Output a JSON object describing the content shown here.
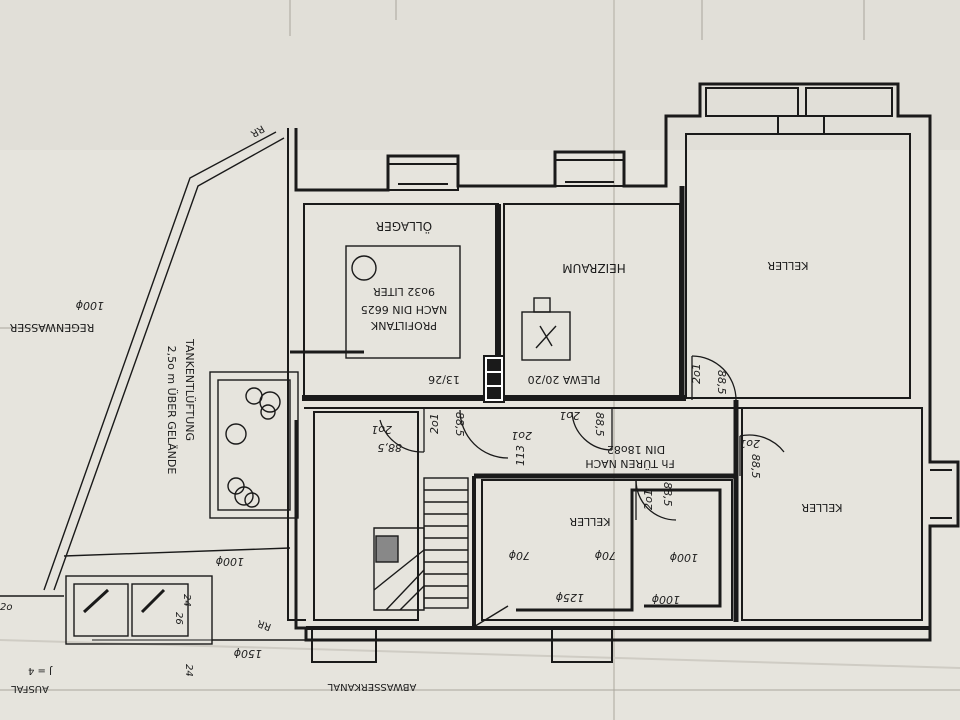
{
  "plan": {
    "paper_color": "#e9e7e0",
    "wall_color": "#1a1a1a",
    "rooms": {
      "oellager": "ÖLLAGER",
      "tank_line1": "PROFILTANK",
      "tank_line2": "NACH DIN 6625",
      "tank_line3": "9o32 LITER",
      "heizraum": "HEIZRAUM",
      "keller_top_right": "KELLER",
      "keller_bottom_right": "KELLER",
      "keller_center": "KELLER"
    },
    "notes": {
      "plewa": "PLEWA 20/20",
      "chimney_left": "13/26",
      "door_norm_line1": "Fh TÜREN NACH",
      "door_norm_line2": "DIN 18o82",
      "tank_vent_line1": "TANKENTLÜFTUNG",
      "tank_vent_line2": "2,5o m ÜBER GELÄNDE",
      "regenwasser": "REGENWASSER",
      "abwasserkanal": "ABWASSERKANAL",
      "ausfall": "AUSFAL",
      "rr_top": "RR",
      "rr_bottom": "RR",
      "j4": "J = 4"
    },
    "dimensions": {
      "d1": "2o1",
      "d2": "88,5",
      "d3": "2o1",
      "d4": "88,5",
      "d5": "2o1",
      "d6": "88,5",
      "d7": "2o1",
      "d8": "88,5",
      "d9": "2o1",
      "d10": "88,5",
      "d11": "2o1",
      "d12": "88,5",
      "d13": "2o1",
      "d14": "113",
      "d15": "24",
      "d16": "26",
      "d17": "24",
      "d18": "2o"
    },
    "pipes": {
      "p100_left": "100ϕ",
      "p100_mid": "100ϕ",
      "p150": "150ϕ",
      "p70_a": "70ϕ",
      "p70_b": "70ϕ",
      "p100_right": "100ϕ",
      "p125": "125ϕ",
      "p100_bottom": "100ϕ"
    }
  }
}
